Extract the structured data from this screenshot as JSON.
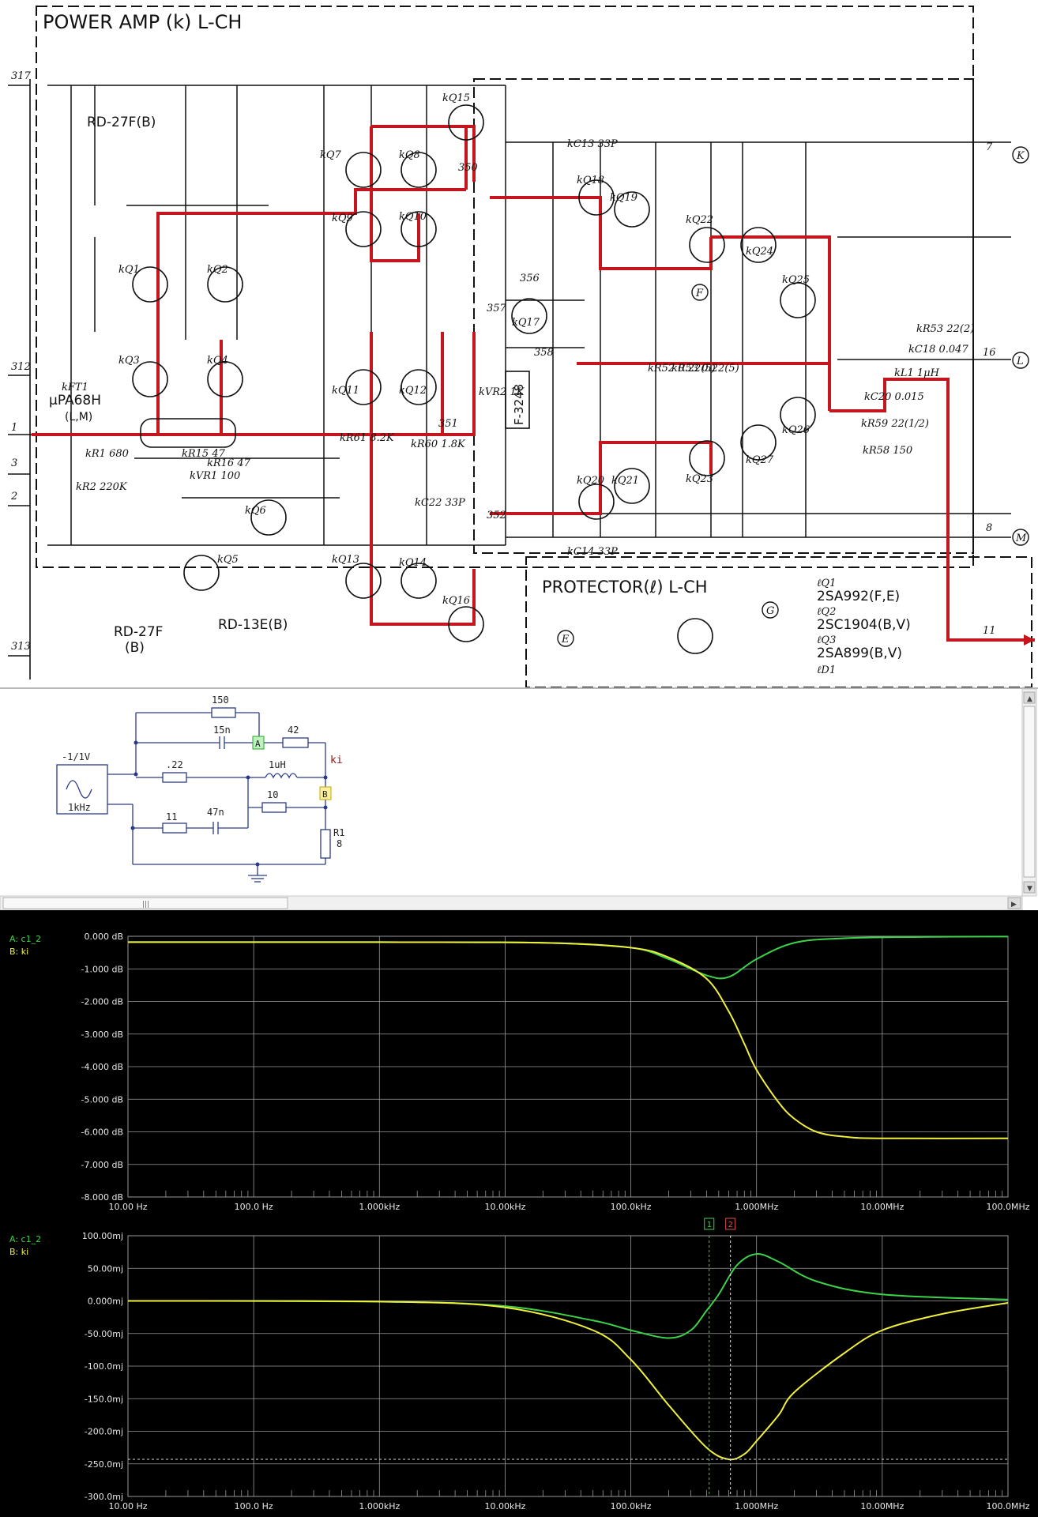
{
  "schematic": {
    "title": "POWER AMP (k) L-CH",
    "protector_title": "PROTECTOR(ℓ) L-CH",
    "ic_label": "μPA68H",
    "ic_sub": "(L,M)",
    "ic_ref": "kFT1",
    "ic_box": "F-3248",
    "zener_top": "RD-27F(B)",
    "zener_bot": "RD-27F",
    "zener_bot_sub": "(B)",
    "zener_mid": "RD-13E(B)",
    "protector_parts": [
      "ℓQ1",
      "2SA992(F,E)",
      "ℓQ2",
      "2SC1904(B,V)",
      "ℓQ3",
      "2SA899(B,V)",
      "ℓD1"
    ],
    "node_numbers": [
      "350",
      "351",
      "352",
      "356",
      "357",
      "358"
    ],
    "terminals": [
      "K",
      "L",
      "M",
      "G",
      "E",
      "F"
    ],
    "terminal_nums": [
      "7",
      "16",
      "8",
      "11"
    ],
    "left_pins": [
      "317",
      "312",
      "3",
      "2",
      "1",
      "313"
    ],
    "parts": [
      "kQ1",
      "kQ2",
      "kQ3",
      "kQ4",
      "kQ5",
      "kQ6",
      "kQ7",
      "kQ8",
      "kQ9",
      "kQ10",
      "kQ11",
      "kQ12",
      "kQ13",
      "kQ14",
      "kQ15",
      "kQ16",
      "kQ17",
      "kQ18",
      "kQ19",
      "kQ20",
      "kQ21",
      "kQ22",
      "kQ23",
      "kQ24",
      "kQ25",
      "kQ26",
      "kQ27",
      "kR1 680",
      "kR2 220K",
      "kR61 8.2K",
      "kR60 1.8K",
      "kC22 33P",
      "kC13 33P",
      "kC14 33P",
      "kC18 0.047",
      "kC20 0.015",
      "kL1 1μH",
      "kR59 22(1/2)",
      "kR58 150",
      "kR53 22(2)",
      "kR52 0.22(5)",
      "kR53 0.22(5)",
      "kVR1 100",
      "kVR2 1K",
      "kR15 47",
      "kR16 47"
    ]
  },
  "sim": {
    "source_top": "-1/1V",
    "source_bot": "1kHz",
    "r150": "150",
    "c15n": "15n",
    "r42": "42",
    "ki": "ki",
    "r22": ".22",
    "l1": "1uH",
    "r10": "10",
    "r11": "11",
    "c47n": "47n",
    "r1": "R1",
    "r1v": "8",
    "probeA": "A",
    "probeB": "B"
  },
  "plots": {
    "legend_a": "A: c1_2",
    "legend_b": "B: ki",
    "cursor1": "1",
    "cursor2": "2",
    "colors": {
      "a": "#3cd24a",
      "b": "#f0f03c",
      "grid": "#9a9a9a",
      "cursor1": "#3cd24a",
      "cursor2": "#e8e8e8"
    }
  },
  "chart_data": [
    {
      "type": "line",
      "title": "",
      "xscale": "log",
      "xlim": [
        10,
        100000000
      ],
      "ylim": [
        -8,
        0
      ],
      "x_ticks": [
        "10.00 Hz",
        "100.0 Hz",
        "1.000kHz",
        "10.00kHz",
        "100.0kHz",
        "1.000MHz",
        "10.00MHz",
        "100.0MHz"
      ],
      "y_ticks": [
        "0.000 dB",
        "-1.000 dB",
        "-2.000 dB",
        "-3.000 dB",
        "-4.000 dB",
        "-5.000 dB",
        "-6.000 dB",
        "-7.000 dB",
        "-8.000 dB"
      ],
      "grid": true,
      "legend": "top-left",
      "series": [
        {
          "name": "A: c1_2",
          "x": [
            10,
            1000,
            20000,
            100000,
            200000,
            400000,
            600000,
            1000000,
            2000000,
            5000000,
            20000000,
            100000000
          ],
          "y": [
            -0.18,
            -0.18,
            -0.2,
            -0.35,
            -0.7,
            -1.2,
            -1.25,
            -0.7,
            -0.2,
            -0.06,
            -0.02,
            -0.01
          ]
        },
        {
          "name": "B: ki",
          "x": [
            10,
            1000,
            20000,
            100000,
            200000,
            400000,
            600000,
            800000,
            1000000,
            1500000,
            2000000,
            3000000,
            5000000,
            10000000,
            100000000
          ],
          "y": [
            -0.18,
            -0.18,
            -0.2,
            -0.35,
            -0.65,
            -1.3,
            -2.3,
            -3.3,
            -4.1,
            -5.1,
            -5.6,
            -6.0,
            -6.15,
            -6.2,
            -6.2
          ]
        }
      ]
    },
    {
      "type": "line",
      "title": "",
      "xscale": "log",
      "xlim": [
        10,
        100000000
      ],
      "ylim": [
        -300,
        100
      ],
      "x_ticks": [
        "10.00 Hz",
        "100.0 Hz",
        "1.000kHz",
        "10.00kHz",
        "100.0kHz",
        "1.000MHz",
        "10.00MHz",
        "100.0MHz"
      ],
      "y_ticks": [
        "100.00mj",
        "50.00mj",
        "0.000mj",
        "-50.00mj",
        "-100.0mj",
        "-150.0mj",
        "-200.0mj",
        "-250.0mj",
        "-300.0mj"
      ],
      "grid": true,
      "legend": "top-left",
      "cursors": [
        420000,
        620000
      ],
      "series": [
        {
          "name": "A: c1_2",
          "x": [
            10,
            1000,
            10000,
            50000,
            100000,
            200000,
            300000,
            400000,
            500000,
            700000,
            1000000,
            1500000,
            3000000,
            10000000,
            100000000
          ],
          "y": [
            0,
            -1,
            -8,
            -30,
            -45,
            -57,
            -45,
            -15,
            10,
            55,
            72,
            60,
            30,
            10,
            2
          ]
        },
        {
          "name": "B: ki",
          "x": [
            10,
            1000,
            10000,
            50000,
            100000,
            200000,
            400000,
            600000,
            800000,
            1000000,
            1500000,
            2000000,
            5000000,
            10000000,
            30000000,
            100000000
          ],
          "y": [
            0,
            -1,
            -10,
            -45,
            -90,
            -160,
            -225,
            -243,
            -235,
            -215,
            -175,
            -140,
            -80,
            -45,
            -20,
            -3
          ]
        }
      ]
    }
  ]
}
